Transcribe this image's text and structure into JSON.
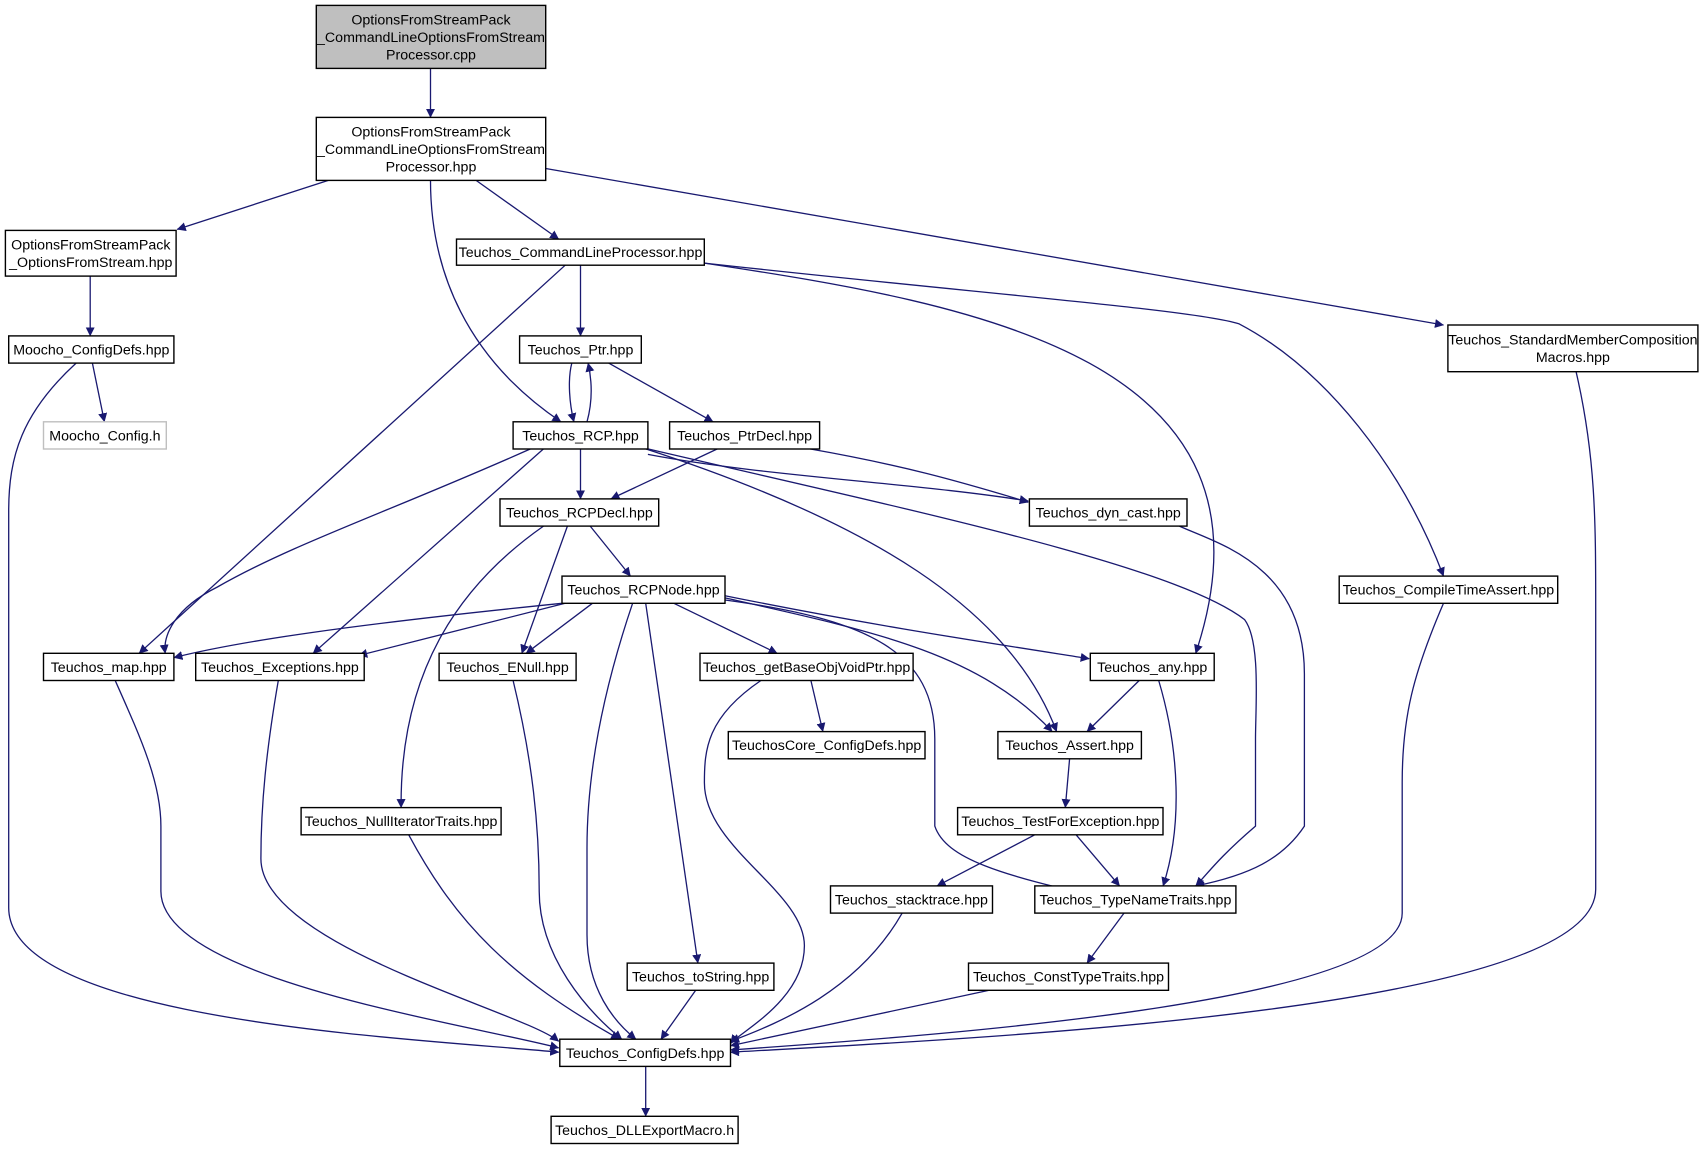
{
  "diagram": {
    "title": "",
    "edge_color": "#191970",
    "root_fill": "#bfbfbf",
    "missing_border": "#bfbfbf",
    "nodes": [
      {
        "id": "n0",
        "lines": [
          "OptionsFromStreamPack",
          "_CommandLineOptionsFromStream",
          "Processor.cpp"
        ],
        "root": true
      },
      {
        "id": "n1",
        "lines": [
          "OptionsFromStreamPack",
          "_CommandLineOptionsFromStream",
          "Processor.hpp"
        ]
      },
      {
        "id": "n2",
        "lines": [
          "OptionsFromStreamPack",
          "_OptionsFromStream.hpp"
        ]
      },
      {
        "id": "n3",
        "lines": [
          "Teuchos_CommandLineProcessor.hpp"
        ]
      },
      {
        "id": "n4",
        "lines": [
          "Teuchos_StandardMemberComposition",
          "Macros.hpp"
        ]
      },
      {
        "id": "n5",
        "lines": [
          "Moocho_ConfigDefs.hpp"
        ]
      },
      {
        "id": "n6",
        "lines": [
          "Moocho_Config.h"
        ],
        "missing": true
      },
      {
        "id": "n7",
        "lines": [
          "Teuchos_Ptr.hpp"
        ]
      },
      {
        "id": "n8",
        "lines": [
          "Teuchos_RCP.hpp"
        ]
      },
      {
        "id": "n9",
        "lines": [
          "Teuchos_PtrDecl.hpp"
        ]
      },
      {
        "id": "n10",
        "lines": [
          "Teuchos_RCPDecl.hpp"
        ]
      },
      {
        "id": "n11",
        "lines": [
          "Teuchos_dyn_cast.hpp"
        ]
      },
      {
        "id": "n12",
        "lines": [
          "Teuchos_RCPNode.hpp"
        ]
      },
      {
        "id": "n13",
        "lines": [
          "Teuchos_CompileTimeAssert.hpp"
        ]
      },
      {
        "id": "n14",
        "lines": [
          "Teuchos_map.hpp"
        ]
      },
      {
        "id": "n15",
        "lines": [
          "Teuchos_Exceptions.hpp"
        ]
      },
      {
        "id": "n16",
        "lines": [
          "Teuchos_ENull.hpp"
        ]
      },
      {
        "id": "n17",
        "lines": [
          "Teuchos_getBaseObjVoidPtr.hpp"
        ]
      },
      {
        "id": "n18",
        "lines": [
          "Teuchos_any.hpp"
        ]
      },
      {
        "id": "n19",
        "lines": [
          "TeuchosCore_ConfigDefs.hpp"
        ]
      },
      {
        "id": "n20",
        "lines": [
          "Teuchos_Assert.hpp"
        ]
      },
      {
        "id": "n21",
        "lines": [
          "Teuchos_NullIteratorTraits.hpp"
        ]
      },
      {
        "id": "n22",
        "lines": [
          "Teuchos_TestForException.hpp"
        ]
      },
      {
        "id": "n23",
        "lines": [
          "Teuchos_stacktrace.hpp"
        ]
      },
      {
        "id": "n24",
        "lines": [
          "Teuchos_TypeNameTraits.hpp"
        ]
      },
      {
        "id": "n25",
        "lines": [
          "Teuchos_toString.hpp"
        ]
      },
      {
        "id": "n26",
        "lines": [
          "Teuchos_ConstTypeTraits.hpp"
        ]
      },
      {
        "id": "n27",
        "lines": [
          "Teuchos_ConfigDefs.hpp"
        ]
      },
      {
        "id": "n28",
        "lines": [
          "Teuchos_DLLExportMacro.h"
        ]
      }
    ],
    "edges": [
      {
        "from": "n0",
        "to": "n1"
      },
      {
        "from": "n1",
        "to": "n2"
      },
      {
        "from": "n1",
        "to": "n3"
      },
      {
        "from": "n1",
        "to": "n8"
      },
      {
        "from": "n1",
        "to": "n4"
      },
      {
        "from": "n2",
        "to": "n5"
      },
      {
        "from": "n5",
        "to": "n6"
      },
      {
        "from": "n5",
        "to": "n27"
      },
      {
        "from": "n3",
        "to": "n7"
      },
      {
        "from": "n3",
        "to": "n14"
      },
      {
        "from": "n3",
        "to": "n18"
      },
      {
        "from": "n3",
        "to": "n13"
      },
      {
        "from": "n4",
        "to": "n27"
      },
      {
        "from": "n7",
        "to": "n8"
      },
      {
        "from": "n7",
        "to": "n9"
      },
      {
        "from": "n8",
        "to": "n7"
      },
      {
        "from": "n8",
        "to": "n10"
      },
      {
        "from": "n8",
        "to": "n11"
      },
      {
        "from": "n8",
        "to": "n14"
      },
      {
        "from": "n8",
        "to": "n15"
      },
      {
        "from": "n8",
        "to": "n20"
      },
      {
        "from": "n8",
        "to": "n24"
      },
      {
        "from": "n9",
        "to": "n10"
      },
      {
        "from": "n9",
        "to": "n11"
      },
      {
        "from": "n10",
        "to": "n12"
      },
      {
        "from": "n10",
        "to": "n16"
      },
      {
        "from": "n10",
        "to": "n21"
      },
      {
        "from": "n11",
        "to": "n24"
      },
      {
        "from": "n12",
        "to": "n14"
      },
      {
        "from": "n12",
        "to": "n15"
      },
      {
        "from": "n12",
        "to": "n16"
      },
      {
        "from": "n12",
        "to": "n17"
      },
      {
        "from": "n12",
        "to": "n18"
      },
      {
        "from": "n12",
        "to": "n20"
      },
      {
        "from": "n12",
        "to": "n24"
      },
      {
        "from": "n12",
        "to": "n25"
      },
      {
        "from": "n12",
        "to": "n27"
      },
      {
        "from": "n13",
        "to": "n27"
      },
      {
        "from": "n14",
        "to": "n27"
      },
      {
        "from": "n15",
        "to": "n27"
      },
      {
        "from": "n16",
        "to": "n27"
      },
      {
        "from": "n17",
        "to": "n19"
      },
      {
        "from": "n17",
        "to": "n27"
      },
      {
        "from": "n18",
        "to": "n20"
      },
      {
        "from": "n18",
        "to": "n24"
      },
      {
        "from": "n20",
        "to": "n22"
      },
      {
        "from": "n21",
        "to": "n27"
      },
      {
        "from": "n22",
        "to": "n23"
      },
      {
        "from": "n22",
        "to": "n24"
      },
      {
        "from": "n23",
        "to": "n27"
      },
      {
        "from": "n24",
        "to": "n26"
      },
      {
        "from": "n25",
        "to": "n27"
      },
      {
        "from": "n26",
        "to": "n27"
      },
      {
        "from": "n27",
        "to": "n28"
      }
    ]
  }
}
